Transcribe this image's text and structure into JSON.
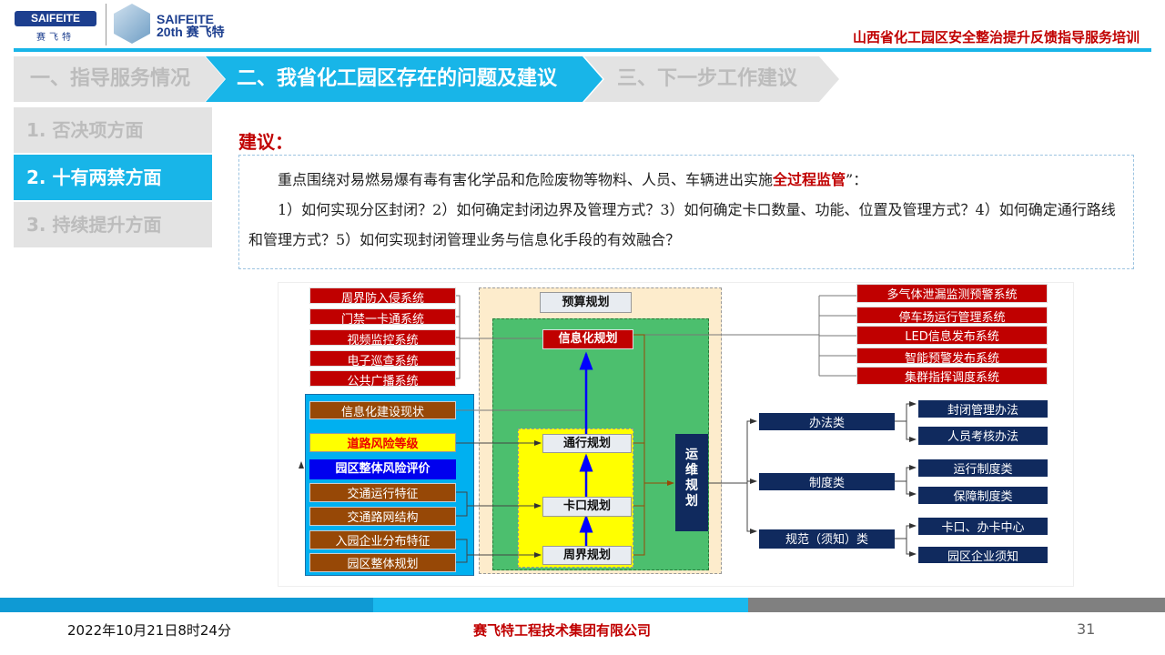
{
  "logo": {
    "brand": "SAIFEITE",
    "cn": "赛飞特",
    "anniv_line1": "SAIFEITE",
    "anniv_line2": "20th 赛飞特"
  },
  "header_title": "山西省化工园区安全整治提升反馈指导服务培训",
  "tabs": [
    {
      "label": "一、指导服务情况"
    },
    {
      "label": "二、我省化工园区存在的问题及建议"
    },
    {
      "label": "三、下一步工作建议"
    }
  ],
  "subnav": [
    {
      "label": "1. 否决项方面"
    },
    {
      "label": "2. 十有两禁方面"
    },
    {
      "label": "3. 持续提升方面"
    }
  ],
  "section_label": "建议：",
  "para1_pre": "重点围绕对易燃易爆有毒有害化学品和危险废物等物料、人员、车辆进出实施",
  "para1_hl": "全过程监管",
  "para1_post": "”：",
  "para2": "1）如何实现分区封闭？2）如何确定封闭边界及管理方式？3）如何确定卡口数量、功能、位置及管理方式？4）如何确定通行路线和管理方式？5）如何实现封闭管理业务与信息化手段的有效融合？",
  "diagram": {
    "left_systems": [
      "周界防入侵系统",
      "门禁一卡通系统",
      "视频监控系统",
      "电子巡查系统",
      "公共广播系统"
    ],
    "inputs": [
      "信息化建设现状",
      "道路风险等级",
      "园区整体风险评价",
      "交通运行特征",
      "交通路网结构",
      "入园企业分布特征",
      "园区整体规划"
    ],
    "budget": "预算规划",
    "info_plan": "信息化规划",
    "traffic_plan": "通行规划",
    "gate_plan": "卡口规划",
    "perimeter_plan": "周界规划",
    "ops_plan": "运维规划",
    "right_systems": [
      "多气体泄漏监测预警系统",
      "停车场运行管理系统",
      "LED信息发布系统",
      "智能预警发布系统",
      "集群指挥调度系统"
    ],
    "categories": [
      {
        "name": "办法类",
        "items": [
          "封闭管理办法",
          "人员考核办法"
        ]
      },
      {
        "name": "制度类",
        "items": [
          "运行制度类",
          "保障制度类"
        ]
      },
      {
        "name": "规范（须知）类",
        "items": [
          "卡口、办卡中心",
          "园区企业须知"
        ]
      }
    ]
  },
  "footer": {
    "datetime": "2022年10月21日8时24分",
    "company": "赛飞特工程技术集团有限公司",
    "page": "31"
  }
}
